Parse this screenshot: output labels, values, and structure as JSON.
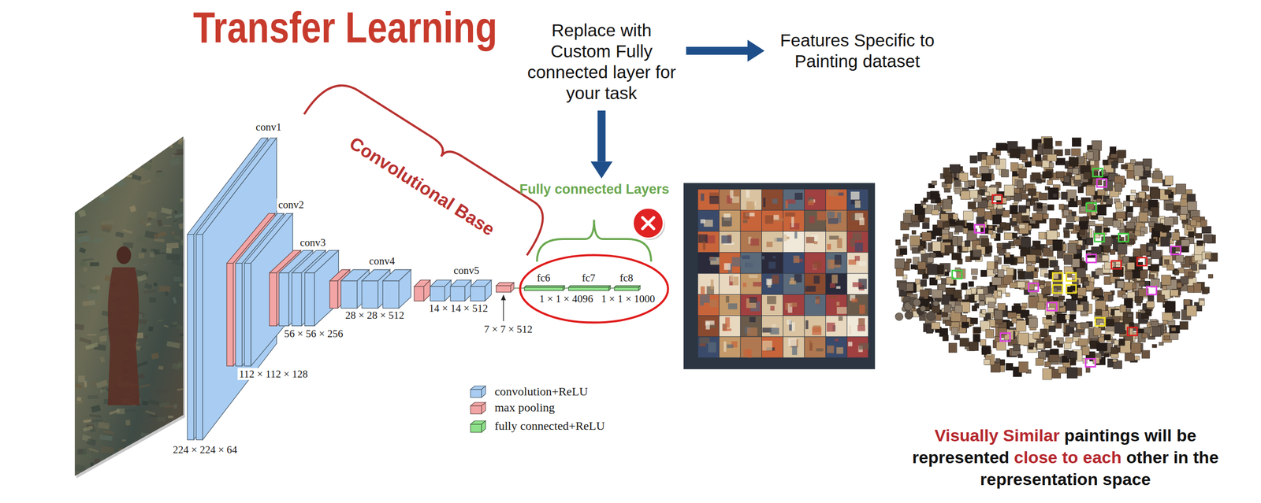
{
  "diagram": {
    "title": "Transfer Learning",
    "caption": "Visually Similar paintings will be represented close to each other in the representation space",
    "nodes": [
      {
        "text": [
          "Replace with Custom Fully connected layer for your task"
        ]
      },
      {
        "text": [
          "Features Specific to Painting dataset"
        ]
      },
      {
        "text": [
          "Fully connected Layers"
        ]
      }
    ],
    "edges": [
      {
        "from": 0,
        "to": 1,
        "arrow": "to"
      },
      {
        "from": 0,
        "to": 2,
        "arrow": "to"
      }
    ],
    "labels": [
      "Convolutional Base",
      "conv1",
      "conv2",
      "conv3",
      "conv4",
      "conv5",
      "fc6",
      "fc7",
      "fc8",
      "224 × 224 × 64",
      "112 × 112 × 128",
      "56 × 56 × 256",
      "28 × 28 × 512",
      "14 × 14 × 512",
      "7 × 7 × 512",
      "1 × 1 × 4096",
      "1 × 1 × 1000"
    ],
    "legend": [
      {
        "text": "convolution+ReLU",
        "color": "#a9cdf2"
      },
      {
        "text": "max pooling",
        "color": "#f3a5a5"
      },
      {
        "text": "fully connected+ReLU",
        "color": "#8fe08a"
      }
    ]
  }
}
